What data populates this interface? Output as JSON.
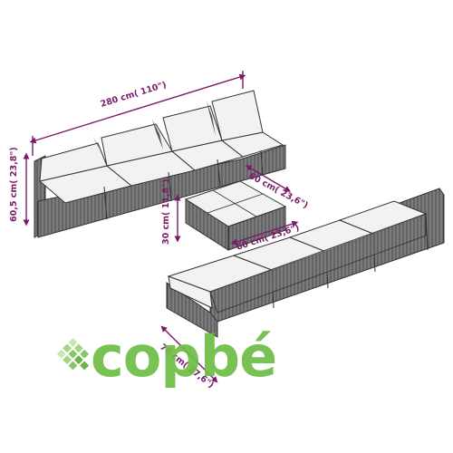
{
  "colors": {
    "dimension": "#7a1a6a",
    "outline": "#3a3a3a",
    "wicker": "#5a5a5a",
    "cushion": "#f2f2f0",
    "logo_light": "#9bd27a",
    "logo_dark": "#5fae3c"
  },
  "dimensions": {
    "total_width": "280 cm( 110\")",
    "height": "60,5 cm( 23,8\")",
    "table_depth": "60 cm( 23,6\")",
    "table_width": "60 cm( 23,6\")",
    "table_height": "30 cm( 11,8\")",
    "seat_depth": "70 cm( 27,6\")"
  },
  "logo": {
    "text": "copbé"
  }
}
